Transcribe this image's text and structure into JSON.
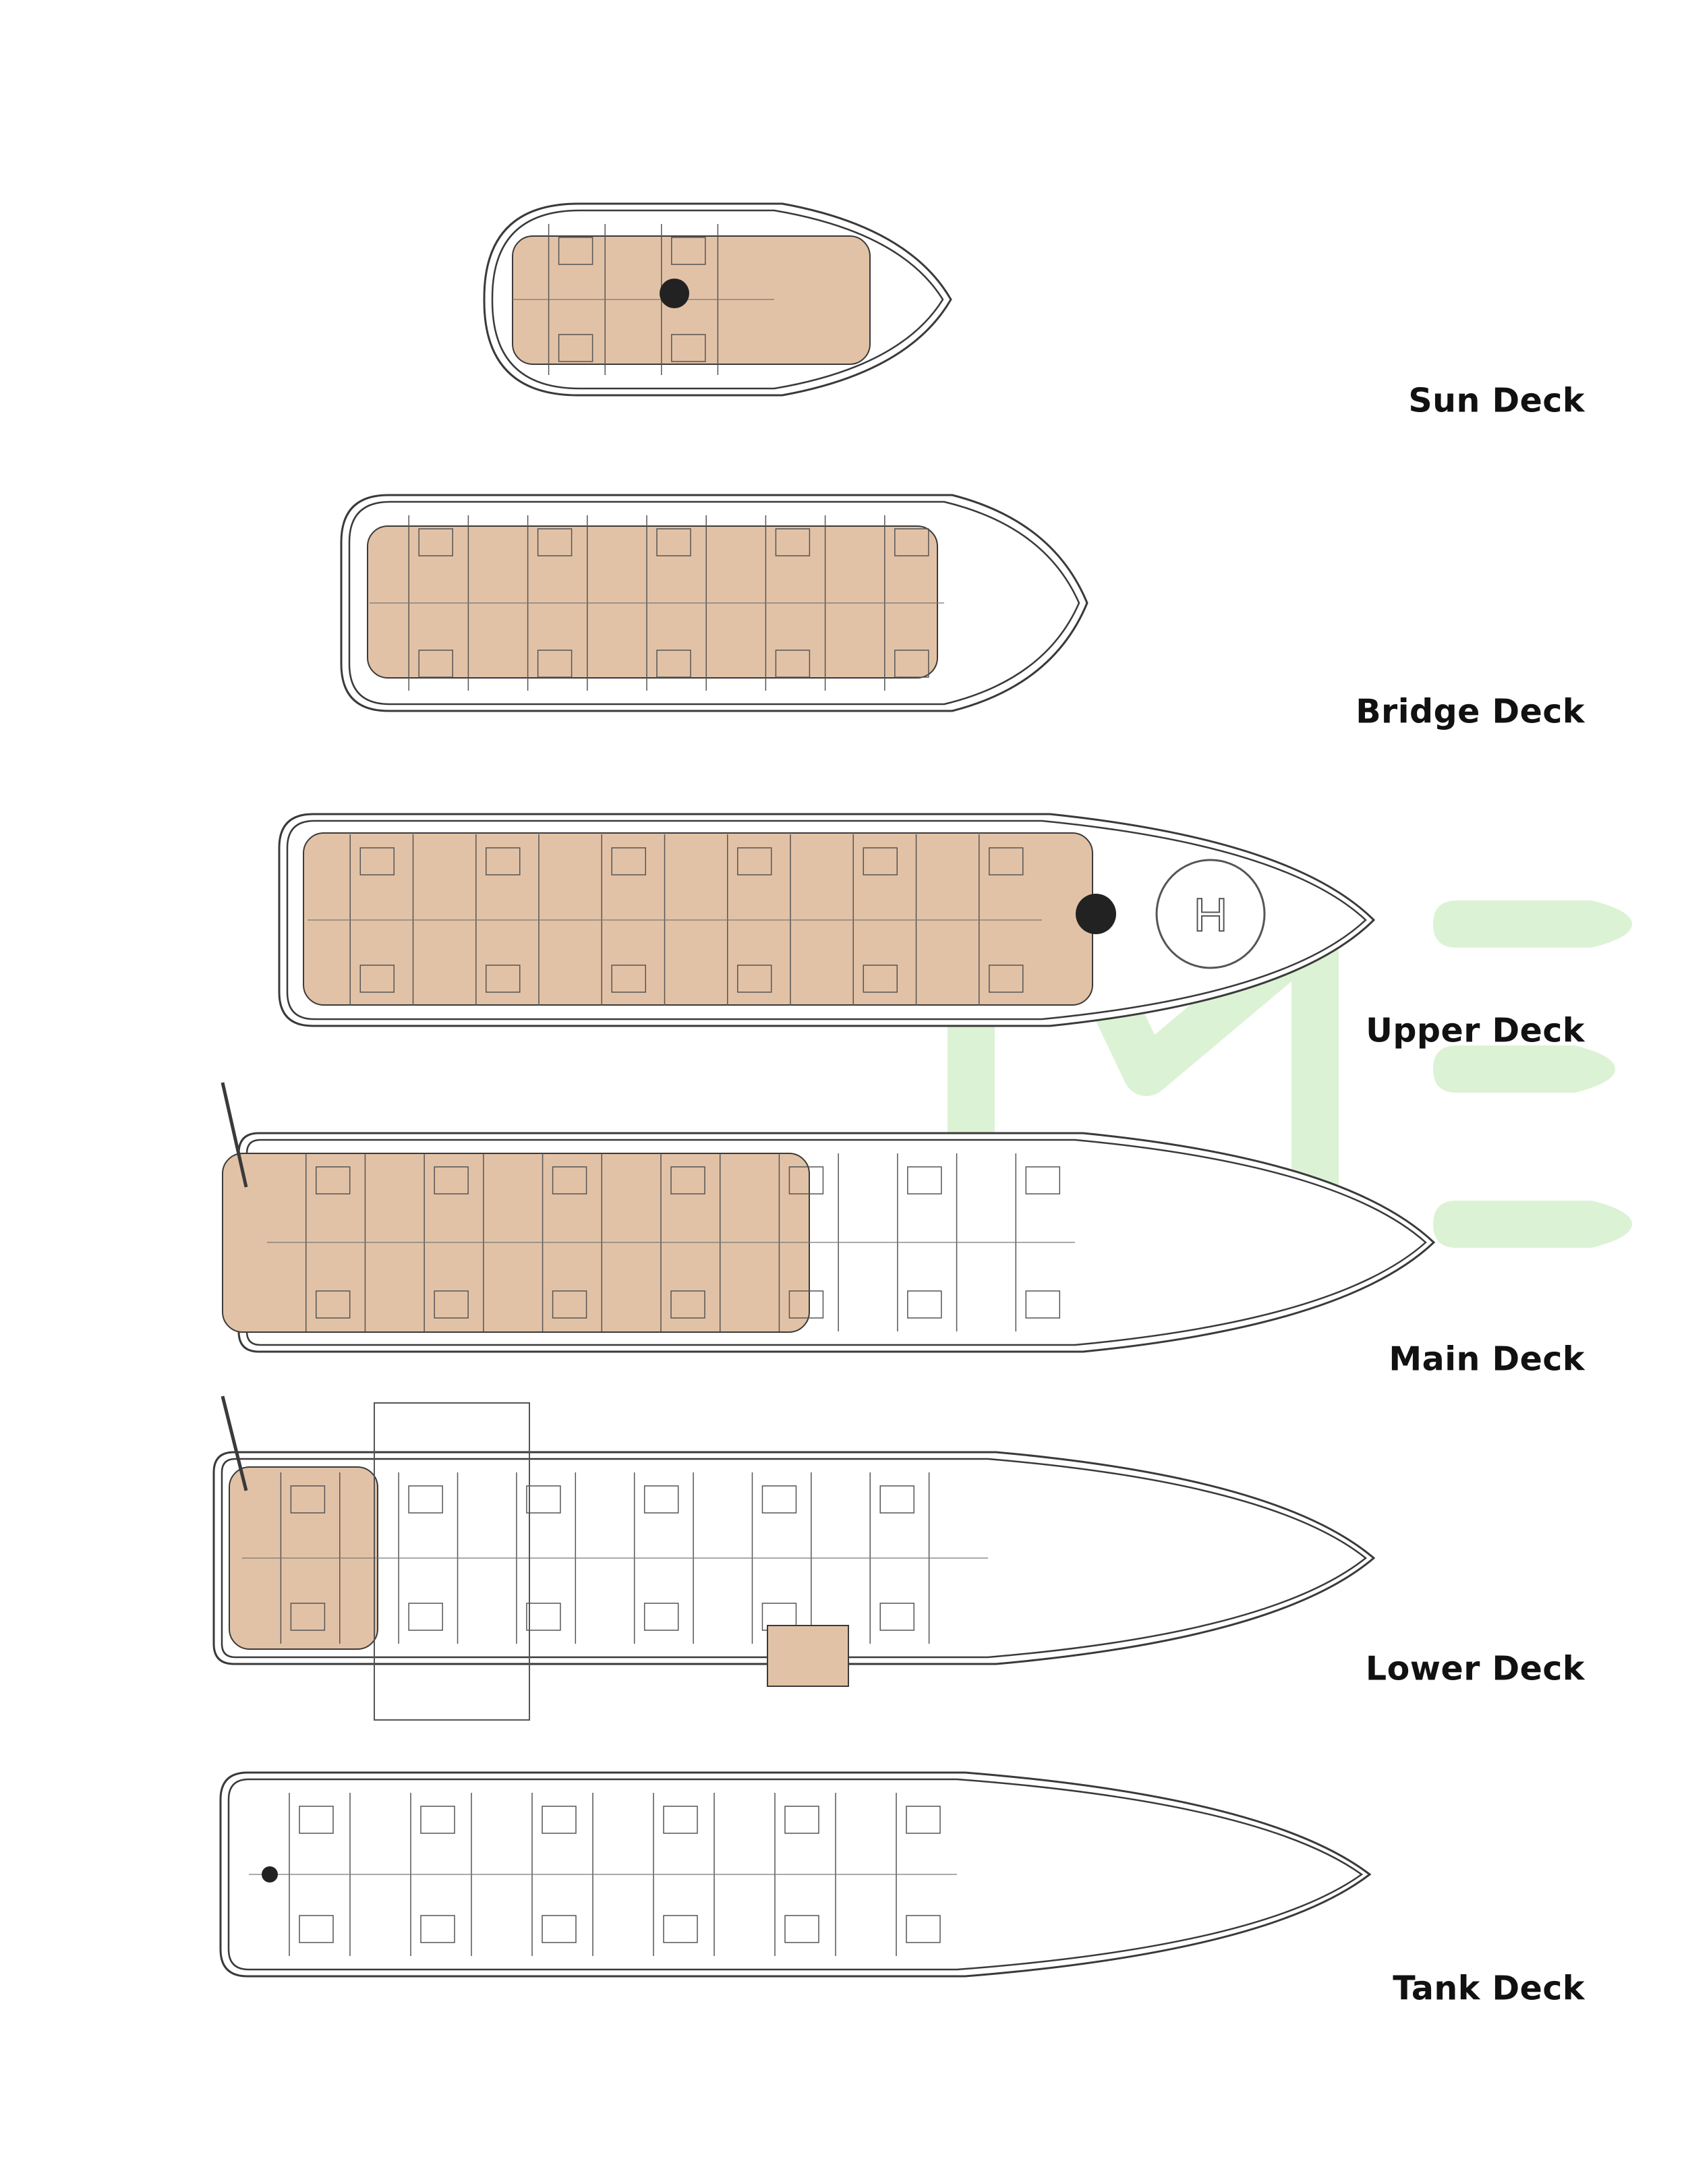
{
  "decks": [
    {
      "id": "sun",
      "label": "Sun Deck"
    },
    {
      "id": "bridge",
      "label": "Bridge Deck"
    },
    {
      "id": "upper",
      "label": "Upper Deck"
    },
    {
      "id": "main",
      "label": "Main Deck"
    },
    {
      "id": "lower",
      "label": "Lower Deck"
    },
    {
      "id": "tank",
      "label": "Tank Deck"
    }
  ],
  "colors": {
    "teak": "#e2c2a6",
    "line": "#3a3a3a",
    "watermark": "#d6f0cc"
  },
  "watermark": "ME"
}
